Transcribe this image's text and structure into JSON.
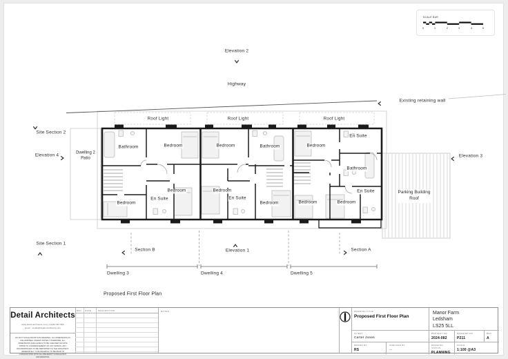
{
  "scale_bar": {
    "label": "SCALE BAR",
    "ticks": [
      "0",
      "1",
      "2",
      "3",
      "4",
      "5"
    ]
  },
  "site": {
    "elevation_2": "Elevation 2",
    "highway": "Highway",
    "existing_retaining_wall": "Existing retaining wall",
    "site_section_2": "Site Section 2",
    "elevation_4": "Elevation 4",
    "dwelling_2_patio_1": "Dwelling 2",
    "dwelling_2_patio_2": "Patio",
    "elevation_3": "Elevation 3",
    "site_section_1": "Site Section 1",
    "section_b": "Section B",
    "elevation_1": "Elevation 1",
    "section_a": "Section A",
    "dwelling_3": "Dwelling 3",
    "dwelling_4": "Dwelling 4",
    "dwelling_5": "Dwelling 5",
    "parking_1": "Parking Building",
    "parking_2": "Roof",
    "caption": "Proposed First Floor Plan"
  },
  "rooms": {
    "d3": {
      "roof_light": "Roof Light",
      "bathroom": "Bathroom",
      "bedroom_top": "Bedroom",
      "bedroom_left": "Bedroom",
      "en_suite": "En Suite",
      "bedroom_right": "Bedroom"
    },
    "d4": {
      "roof_light": "Roof Light",
      "bedroom_top": "Bedroom",
      "bathroom": "Bathroom",
      "bedroom_left": "Bedroom",
      "en_suite": "En Suite",
      "bedroom_right": "Bedroom"
    },
    "d5": {
      "roof_light": "Roof Light",
      "bedroom_top": "Bedroom",
      "en_suite_top": "En Suite",
      "bathroom": "Bathroom",
      "bedroom_left": "Bedroom",
      "bedroom_mid": "Bedroom",
      "en_suite_bottom": "En Suite"
    }
  },
  "title_block": {
    "firm": "Detail Architects",
    "contact_1": "www.detail-architects.com  |  01234 567 890",
    "contact_2": "email : studio@detail-architects.com",
    "disclaimer": "DO NOT SCALE FROM THIS DRAWING. ALL DIMENSIONS IN MILLIMETRES UNLESS NOTED OTHERWISE. ALL DIMENSIONS AND LEVELS TO BE CHECKED ON SITE PRIOR TO COMMENCEMENT OF ANY WORKS. ANY DISCREPANCIES TO BE REPORTED TO THE ARCHITECT IMMEDIATELY. THIS DRAWING TO BE READ IN CONJUNCTION WITH ALL RELEVANT CONSULTANT INFORMATION.",
    "rev_headers": {
      "rev": "REV",
      "date": "DATE",
      "description": "DESCRIPTION"
    },
    "notes_label": "NOTES",
    "labels": {
      "drawing_title": "DRAWING TITLE",
      "client": "CLIENT",
      "project_no": "PROJECT NO",
      "drawing_no": "DRAWING NO",
      "rev": "REV",
      "drawn_by": "DRAWN BY",
      "checked_by": "CHECKED BY",
      "status": "DRAWING STATUS",
      "scale": "SCALE"
    },
    "drawing_title": "Proposed First Floor Plan",
    "address_1": "Manor Farm",
    "address_2": "Ledsham",
    "address_3": "LS25 5LL",
    "client": "Carter Jones",
    "project_no": "2024-082",
    "drawing_no": "P211",
    "rev": "A",
    "drawn_by": "RS",
    "checked_by": "--",
    "status": "PLANNING",
    "scale": "1:100 @A3"
  }
}
